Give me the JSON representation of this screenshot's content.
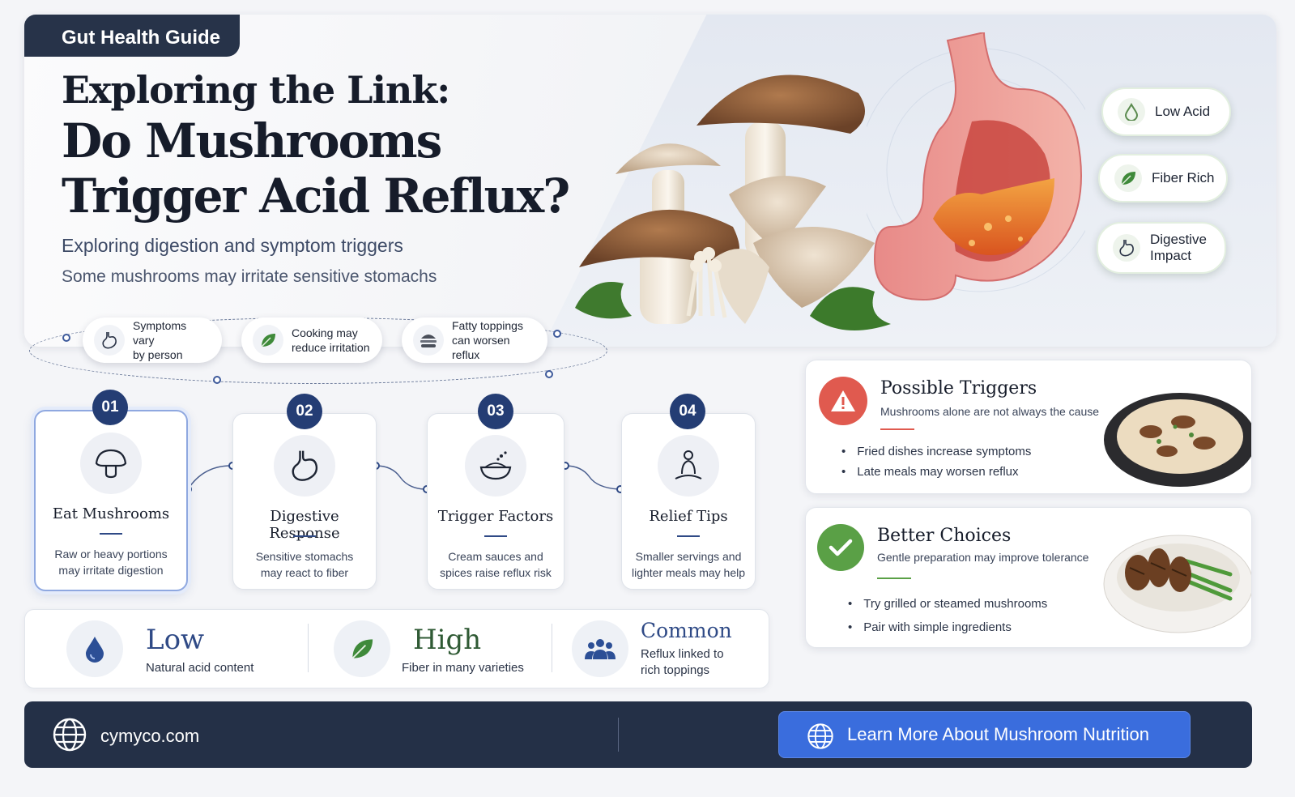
{
  "tag": "Gut Health Guide",
  "title": {
    "line1": "Exploring the Link:",
    "line2": "Do Mushrooms",
    "line3": "Trigger Acid Reflux?"
  },
  "subtitle": "Exploring digestion and symptom triggers",
  "subtitle2": "Some mushrooms may irritate sensitive stomachs",
  "badges": [
    {
      "label": "Low Acid",
      "icon": "drop-icon"
    },
    {
      "label": "Fiber Rich",
      "icon": "leaf-icon"
    },
    {
      "label1": "Digestive",
      "label2": "Impact",
      "icon": "stomach-icon"
    }
  ],
  "pills": [
    {
      "line1": "Symptoms vary",
      "line2": "by person",
      "icon": "stomach-icon"
    },
    {
      "line1": "Cooking may",
      "line2": "reduce irritation",
      "icon": "leaf-icon"
    },
    {
      "line1": "Fatty toppings",
      "line2": "can worsen reflux",
      "icon": "burger-icon"
    }
  ],
  "steps": [
    {
      "num": "01",
      "title": "Eat Mushrooms",
      "d1": "Raw or heavy portions",
      "d2": "may irritate digestion",
      "icon": "mushroom-icon"
    },
    {
      "num": "02",
      "title": "Digestive Response",
      "d1": "Sensitive stomachs",
      "d2": "may react to fiber",
      "icon": "stomach-icon"
    },
    {
      "num": "03",
      "title": "Trigger Factors",
      "d1": "Cream sauces and",
      "d2": "spices raise reflux risk",
      "icon": "bowl-icon"
    },
    {
      "num": "04",
      "title": "Relief Tips",
      "d1": "Smaller servings and",
      "d2": "lighter meals may help",
      "icon": "meditation-icon"
    }
  ],
  "stats": [
    {
      "big": "Low",
      "small": "Natural acid content",
      "icon": "drop-icon",
      "color": "#2f4a86"
    },
    {
      "big": "High",
      "small": "Fiber in many varieties",
      "icon": "leaf-icon",
      "color": "#2f5a34"
    },
    {
      "big": "Common",
      "small1": "Reflux linked to",
      "small2": "rich toppings",
      "icon": "people-icon",
      "color": "#2f4a86"
    }
  ],
  "triggers": {
    "title": "Possible Triggers",
    "subtitle": "Mushrooms alone are not always the cause",
    "items": [
      "Fried dishes increase symptoms",
      "Late meals may worsen reflux"
    ],
    "accent": "#e05a4f"
  },
  "choices": {
    "title": "Better Choices",
    "subtitle": "Gentle preparation may improve tolerance",
    "items": [
      "Try grilled or steamed mushrooms",
      "Pair with simple ingredients"
    ],
    "accent": "#5aa046"
  },
  "footer": {
    "site": "cymyco.com",
    "cta": "Learn More About Mushroom Nutrition"
  }
}
